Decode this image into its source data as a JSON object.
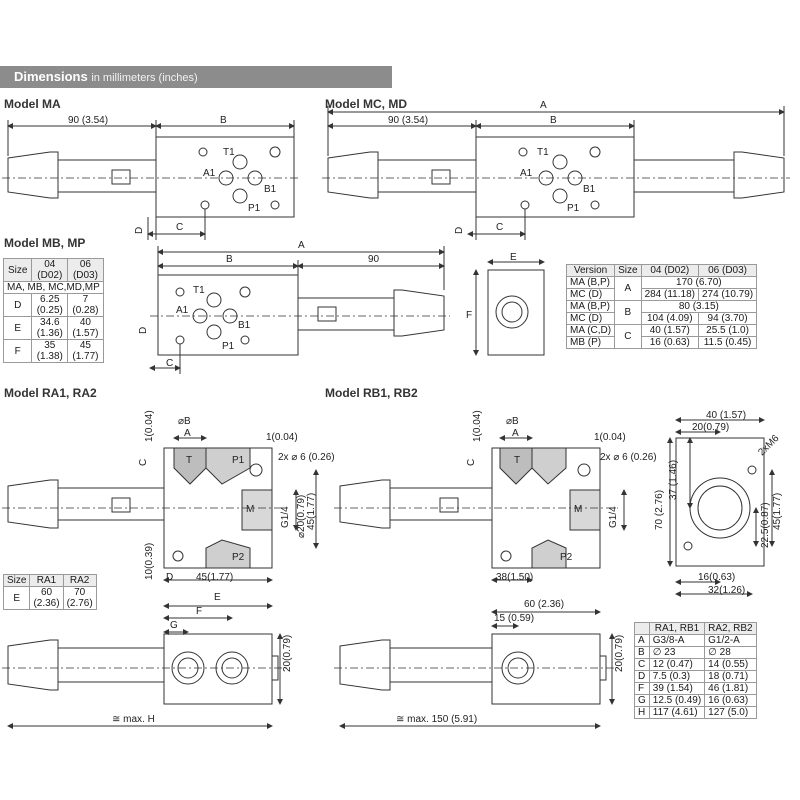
{
  "header": {
    "title": "Dimensions",
    "subtitle": "in millimeters (inches)"
  },
  "sections": {
    "ma": "Model MA",
    "mcmd": "Model MC, MD",
    "mbmp": "Model MB, MP",
    "ra": "Model RA1, RA2",
    "rb": "Model RB1, RB2"
  },
  "dims": {
    "a": "A",
    "b": "B",
    "c": "C",
    "d": "D",
    "e": "E",
    "f": "F",
    "g": "G",
    "ninety_in": "90 (3.54)",
    "ninety": "90",
    "t1": "T1",
    "a1": "A1",
    "b1": "B1",
    "p1": "P1",
    "t": "T",
    "p1s": "P1",
    "p2": "P2",
    "m": "M",
    "g14": "G1/4",
    "oslash_b": "⌀B",
    "one_004": "1(0.04)",
    "two_x_06": "2x ⌀ 6 (0.26)",
    "o20": "⌀20(0.79)",
    "h45": "45(1.77)",
    "ten_039": "10(0.39)",
    "w45": "45(1.77)",
    "w38": "38(1.50)",
    "w40": "40 (1.57)",
    "w20": "20(0.79)",
    "m6": "2xM6",
    "h37": "37 (1.46)",
    "h70": "70 (2.76)",
    "h225": "22.5(0.87)",
    "h45b": "45(1.77)",
    "w16": "16(0.63)",
    "w32": "32(1.26)",
    "w60": "60 (2.36)",
    "w15": "15 (0.59)",
    "h20": "20(0.79)",
    "max_h": "≅ max. H",
    "max_150": "≅ max. 150 (5.91)"
  },
  "size_table": {
    "headers": [
      "Size",
      "04\n(D02)",
      "06\n(D03)"
    ],
    "span_row": "MA, MB, MC,MD,MP",
    "rows": [
      [
        "D",
        "6.25\n(0.25)",
        "7\n(0.28)"
      ],
      [
        "E",
        "34.6\n(1.36)",
        "40\n(1.57)"
      ],
      [
        "F",
        "35\n(1.38)",
        "45\n(1.77)"
      ]
    ]
  },
  "version_table": {
    "headers": [
      "Version",
      "Size",
      "04 (D02)",
      "06 (D03)"
    ],
    "rows": [
      {
        "v": "MA (B,P)",
        "s": "A",
        "a": "170 (6.70)",
        "b": ""
      },
      {
        "v": "MC (D)",
        "s": "",
        "a": "284 (11.18)",
        "b": "274 (10.79)"
      },
      {
        "v": "MA (B,P)",
        "s": "B",
        "a": "80 (3.15)",
        "b": ""
      },
      {
        "v": "MC (D)",
        "s": "",
        "a": "104 (4.09)",
        "b": "94 (3.70)"
      },
      {
        "v": "MA (C,D)",
        "s": "C",
        "a": "40 (1.57)",
        "b": "25.5 (1.0)"
      },
      {
        "v": "MB (P)",
        "s": "",
        "a": "16 (0.63)",
        "b": "11.5 (0.45)"
      }
    ]
  },
  "ra_table": {
    "headers": [
      "Size",
      "RA1",
      "RA2"
    ],
    "row": [
      "E",
      "60\n(2.36)",
      "70\n(2.76)"
    ]
  },
  "rb_table": {
    "headers": [
      "",
      "RA1, RB1",
      "RA2, RB2"
    ],
    "rows": [
      [
        "A",
        "G3/8-A",
        "G1/2-A"
      ],
      [
        "B",
        "∅ 23",
        "∅ 28"
      ],
      [
        "C",
        "12 (0.47)",
        "14 (0.55)"
      ],
      [
        "D",
        "7.5 (0.3)",
        "18 (0.71)"
      ],
      [
        "F",
        "39 (1.54)",
        "46 (1.81)"
      ],
      [
        "G",
        "12.5 (0.49)",
        "16 (0.63)"
      ],
      [
        "H",
        "117 (4.61)",
        "127 (5.0)"
      ]
    ]
  }
}
